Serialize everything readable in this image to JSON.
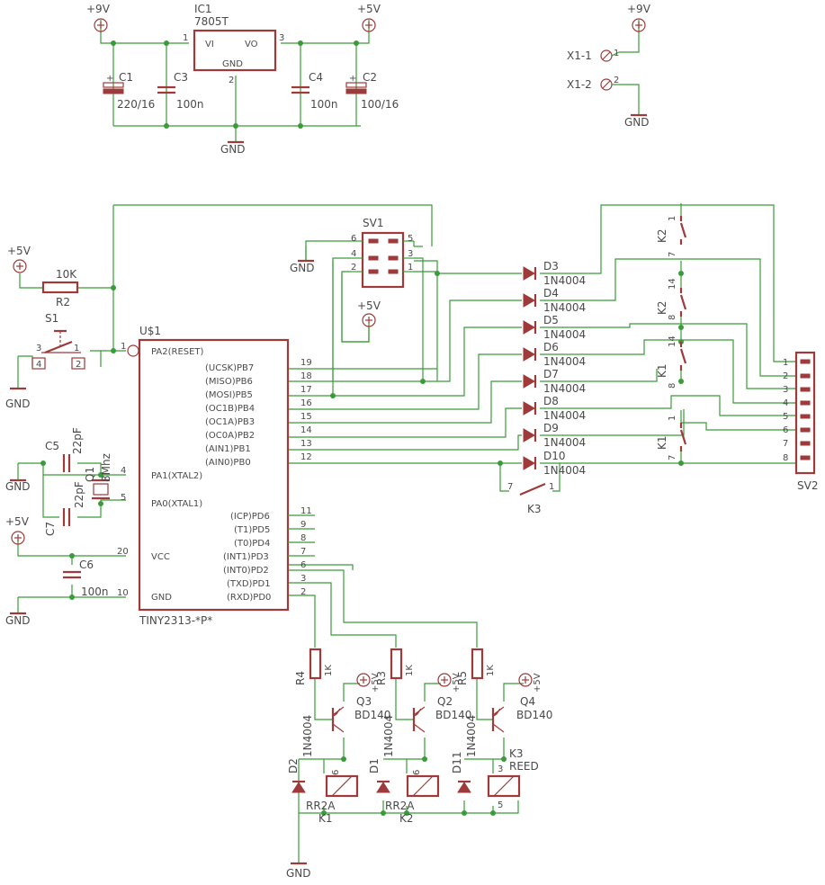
{
  "labels": {
    "ic1": "IC1",
    "ic1_val": "7805T",
    "ic1_vi": "VI",
    "ic1_vo": "VO",
    "ic1_gnd": "GND",
    "pin1": "1",
    "pin2": "2",
    "pin3": "3",
    "pin4": "4",
    "pin5": "5",
    "pin6": "6",
    "pin7": "7",
    "pin8": "8",
    "pin9": "9",
    "pin10": "10",
    "pin11": "11",
    "pin12": "12",
    "pin13": "13",
    "pin14": "14",
    "pin15": "15",
    "pin16": "16",
    "pin17": "17",
    "pin18": "18",
    "pin19": "19",
    "pin20": "20",
    "p9v": "+9V",
    "p5v": "+5V",
    "gnd": "GND",
    "c1": "C1",
    "c1_val": "220/16",
    "c2": "C2",
    "c2_val": "100/16",
    "c3": "C3",
    "c3_val": "100n",
    "c4": "C4",
    "c4_val": "100n",
    "c5": "C5",
    "c5_val": "22pF",
    "c6": "C6",
    "c6_val": "100n",
    "c7": "C7",
    "c7_val": "22pF",
    "q1": "Q1",
    "q1_val": "8Mhz",
    "x1_1": "X1-1",
    "x1_2": "X1-2",
    "sv1": "SV1",
    "sv2": "SV2",
    "r2": "R2",
    "r2_val": "10K",
    "s1": "S1",
    "u1": "U$1",
    "u1_val": "TINY2313-*P*",
    "pa2": "PA2(RESET)",
    "pb7": "(UCSK)PB7",
    "pb6": "(MISO)PB6",
    "pb5": "(MOSI)PB5",
    "pb4": "(OC1B)PB4",
    "pb3": "(OC1A)PB3",
    "pb2": "(OC0A)PB2",
    "pb1": "(AIN1)PB1",
    "pb0": "(AIN0)PB0",
    "pa1": "PA1(XTAL2)",
    "pa0": "PA0(XTAL1)",
    "vcc": "VCC",
    "gndpin": "GND",
    "pd6": "(ICP)PD6",
    "pd5": "(T1)PD5",
    "pd4": "(T0)PD4",
    "pd3": "(INT1)PD3",
    "pd2": "(INT0)PD2",
    "pd1": "(TXD)PD1",
    "pd0": "(RXD)PD0",
    "d3": "D3",
    "d4": "D4",
    "d5": "D5",
    "d6": "D6",
    "d7": "D7",
    "d8": "D8",
    "d9": "D9",
    "d10": "D10",
    "d1": "D1",
    "d2": "D2",
    "d11": "D11",
    "diode_val": "1N4004",
    "k1": "K1",
    "k2": "K2",
    "k3": "K3",
    "k3_val": "REED",
    "relay_val": "RR2A",
    "r3": "R3",
    "r4": "R4",
    "r5": "R5",
    "r_val": "1K",
    "q2": "Q2",
    "q3": "Q3",
    "q4": "Q4",
    "q_val": "BD140"
  }
}
